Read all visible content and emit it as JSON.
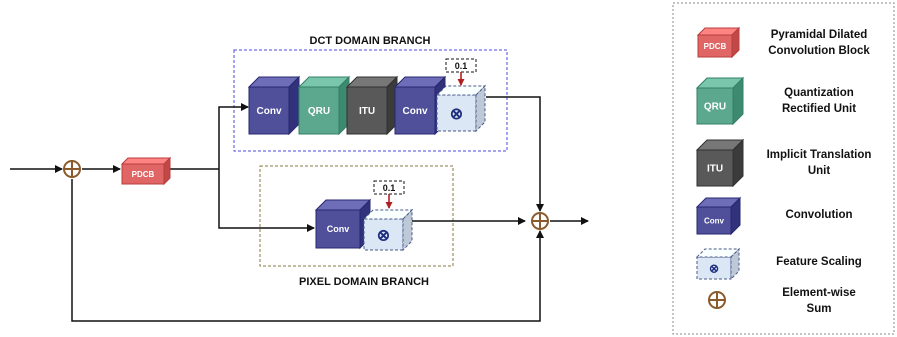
{
  "diagram": {
    "dct_branch_title": "DCT  DOMAIN BRANCH",
    "pixel_branch_title": "PIXEL  DOMAIN BRANCH",
    "pdcb_label": "PDCB",
    "dct_blocks": [
      "Conv",
      "QRU",
      "ITU",
      "Conv"
    ],
    "pixel_conv_label": "Conv",
    "scale_value_dct": "0.1",
    "scale_value_pixel": "0.1",
    "multiply_symbol": "⊗",
    "sum_symbol": "⊕"
  },
  "legend": {
    "items": [
      {
        "icon": "PDCB",
        "label_lines": [
          "Pyramidal Dilated",
          "Convolution Block"
        ]
      },
      {
        "icon": "QRU",
        "label_lines": [
          "Quantization",
          "Rectified Unit"
        ]
      },
      {
        "icon": "ITU",
        "label_lines": [
          "Implicit Translation",
          "Unit"
        ]
      },
      {
        "icon": "Conv",
        "label_lines": [
          "Convolution"
        ]
      },
      {
        "icon": "⊗",
        "label_lines": [
          "Feature Scaling"
        ]
      },
      {
        "icon": "⊕",
        "label_lines": [
          "Element-wise",
          "Sum"
        ]
      }
    ]
  },
  "colors": {
    "pdcb": "#e06666",
    "qru": "#5ba88f",
    "itu": "#595959",
    "conv": "#4f4f9a",
    "scale": "#dce7f5",
    "sum": "#8b5a2b",
    "arrow": "#111111",
    "dct_border": "#4a4ae0",
    "pixel_border": "#8a7a40",
    "scale_arrow": "#b02020"
  }
}
